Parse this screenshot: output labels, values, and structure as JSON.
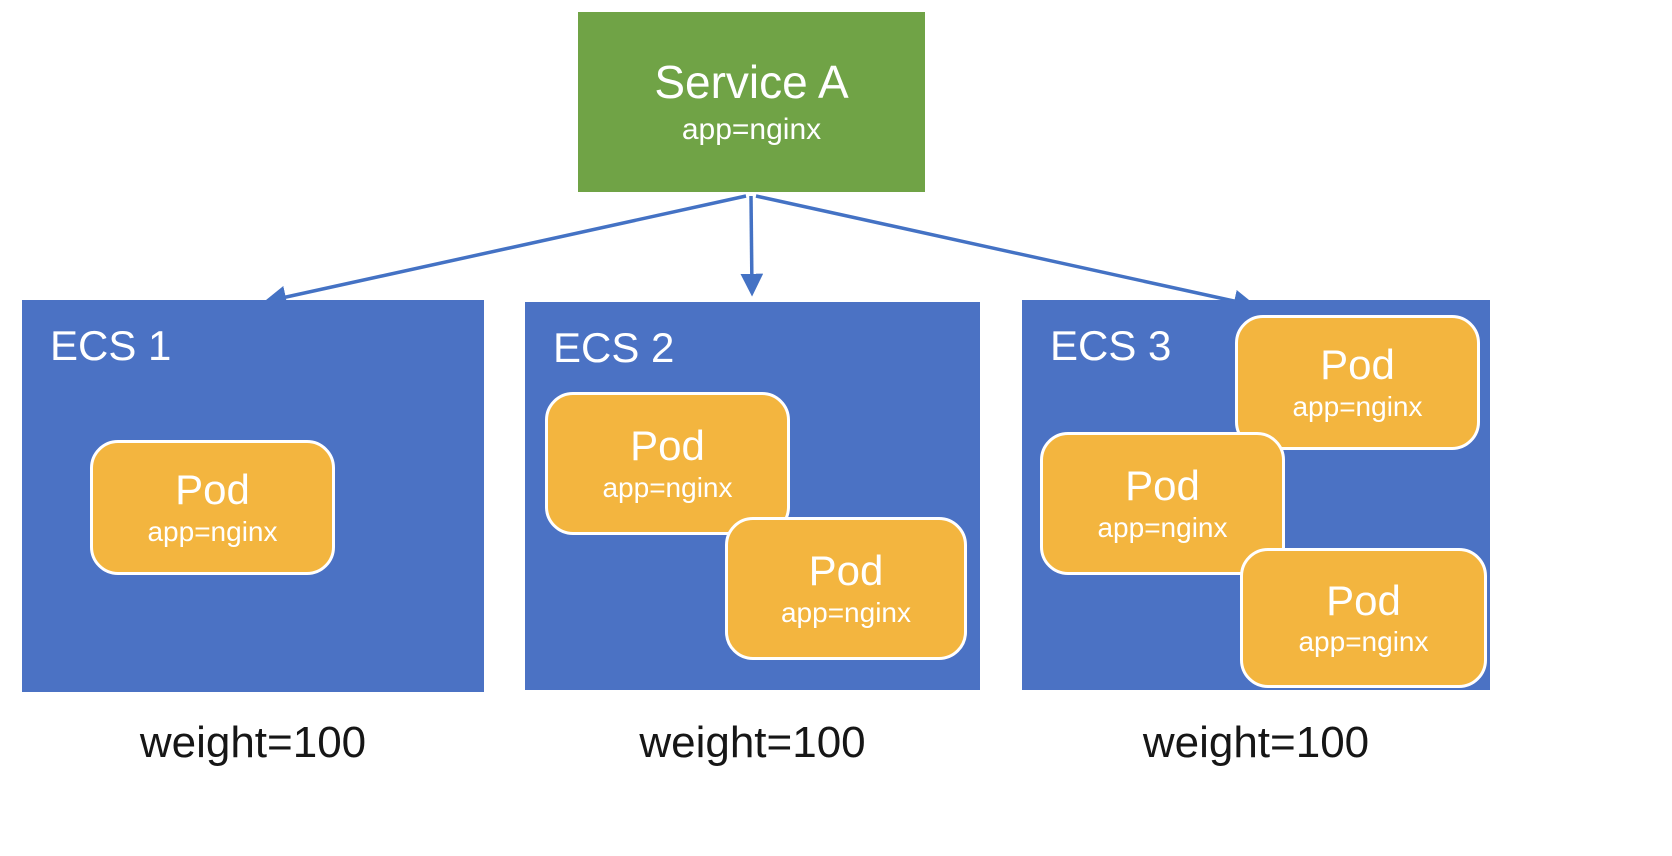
{
  "colors": {
    "service-green": "#70a346",
    "node-blue": "#4b72c4",
    "pod-orange": "#f3b53f",
    "arrow-blue": "#4472c4",
    "text-white": "#ffffff",
    "text-black": "#161616"
  },
  "service": {
    "title": "Service A",
    "selector": "app=nginx"
  },
  "nodes": [
    {
      "name": "ECS 1",
      "weight_label": "weight=100",
      "pods": [
        {
          "title": "Pod",
          "label": "app=nginx"
        }
      ]
    },
    {
      "name": "ECS 2",
      "weight_label": "weight=100",
      "pods": [
        {
          "title": "Pod",
          "label": "app=nginx"
        },
        {
          "title": "Pod",
          "label": "app=nginx"
        }
      ]
    },
    {
      "name": "ECS 3",
      "weight_label": "weight=100",
      "pods": [
        {
          "title": "Pod",
          "label": "app=nginx"
        },
        {
          "title": "Pod",
          "label": "app=nginx"
        },
        {
          "title": "Pod",
          "label": "app=nginx"
        }
      ]
    }
  ]
}
